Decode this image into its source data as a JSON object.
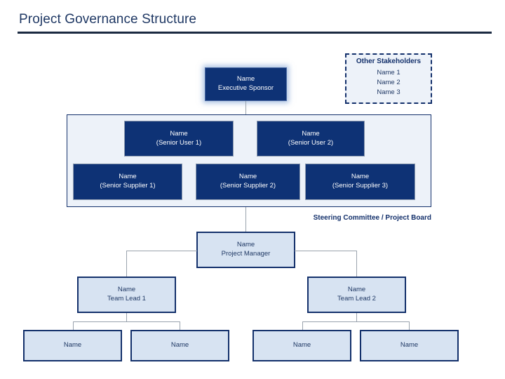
{
  "slide": {
    "title": "Project Governance Structure"
  },
  "executive_sponsor": {
    "name": "Name",
    "role": "Executive Sponsor"
  },
  "stakeholders": {
    "title": "Other Stakeholders",
    "names": "Name 1\nName 2\nName 3",
    "name_1": "Name 1",
    "name_2": "Name 2",
    "name_3": "Name 3"
  },
  "steering_committee": {
    "caption": "Steering Committee / Project Board",
    "senior_users": [
      {
        "name": "Name",
        "role": "(Senior User 1)"
      },
      {
        "name": "Name",
        "role": "(Senior User 2)"
      }
    ],
    "senior_suppliers": [
      {
        "name": "Name",
        "role": "(Senior Supplier 1)"
      },
      {
        "name": "Name",
        "role": "(Senior Supplier 2)"
      },
      {
        "name": "Name",
        "role": "(Senior Supplier 3)"
      }
    ]
  },
  "project_manager": {
    "name": "Name",
    "role": "Project Manager"
  },
  "team_leads": [
    {
      "name": "Name",
      "role": "Team Lead 1"
    },
    {
      "name": "Name",
      "role": "Team Lead 2"
    }
  ],
  "team_members": [
    {
      "name": "Name"
    },
    {
      "name": "Name"
    },
    {
      "name": "Name"
    },
    {
      "name": "Name"
    }
  ],
  "colors": {
    "navy_fill": "#0E3275",
    "navy_border": "#13306B",
    "light_fill": "#D7E3F2",
    "panel_fill": "#EDF2F9",
    "title_text": "#1F3864",
    "rule": "#1B2A41",
    "connector": "#9AA3AD"
  }
}
